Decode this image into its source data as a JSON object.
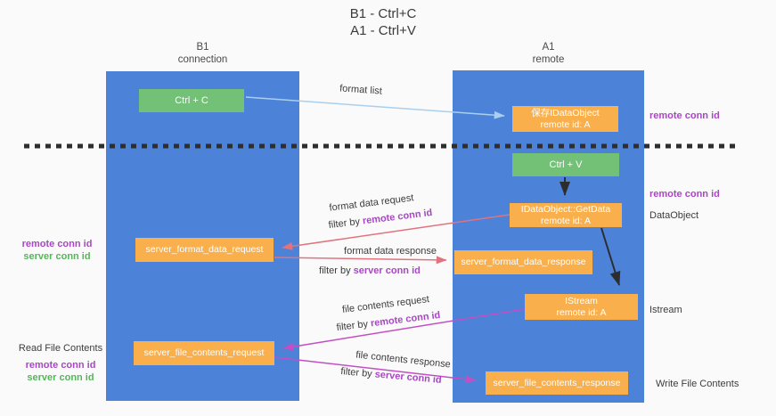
{
  "title": {
    "line1": "B1 - Ctrl+C",
    "line2": "A1 - Ctrl+V"
  },
  "columns": {
    "left": {
      "title": "B1",
      "subtitle": "connection"
    },
    "right": {
      "title": "A1",
      "subtitle": "remote"
    }
  },
  "boxes": {
    "ctrl_c": "Ctrl + C",
    "ctrl_v": "Ctrl + V",
    "store": {
      "line1": "保存IDataObject",
      "line2": "remote id: A"
    },
    "getdata": {
      "line1": "IDataObject::GetData",
      "line2": "remote id: A"
    },
    "istream": {
      "line1": "IStream",
      "line2": "remote id: A"
    },
    "server_format_data_request": "server_format_data_request",
    "server_format_data_response": "server_format_data_response",
    "server_file_contents_request": "server_file_contents_request",
    "server_file_contents_response": "server_file_contents_response"
  },
  "flows": {
    "format_list": "format list",
    "format_data_request": "format data request",
    "format_data_response": "format data response",
    "file_contents_request": "file contents request",
    "file_contents_response": "file contents response"
  },
  "terms": {
    "filter_by": "filter by ",
    "remote_conn_id": "remote conn id",
    "server_conn_id": "server conn id"
  },
  "annotations": {
    "read_file_contents": "Read File Contents",
    "write_file_contents": "Write File Contents",
    "dataobject": "DataObject",
    "istream": "Istream"
  },
  "colors": {
    "background": "#fafafa",
    "column_blue": "#4d82d9",
    "box_orange": "#f9af4b",
    "box_green": "#72c177",
    "arrow_light_blue": "#a8cfee",
    "arrow_black": "#2d2d2d",
    "arrow_salmon": "#e1737e",
    "arrow_magenta": "#c44ec4",
    "text_purple": "#a847c4",
    "text_green": "#56b55c",
    "text_dark": "#3c3c3c",
    "dashed_line": "#2e2e2e"
  }
}
